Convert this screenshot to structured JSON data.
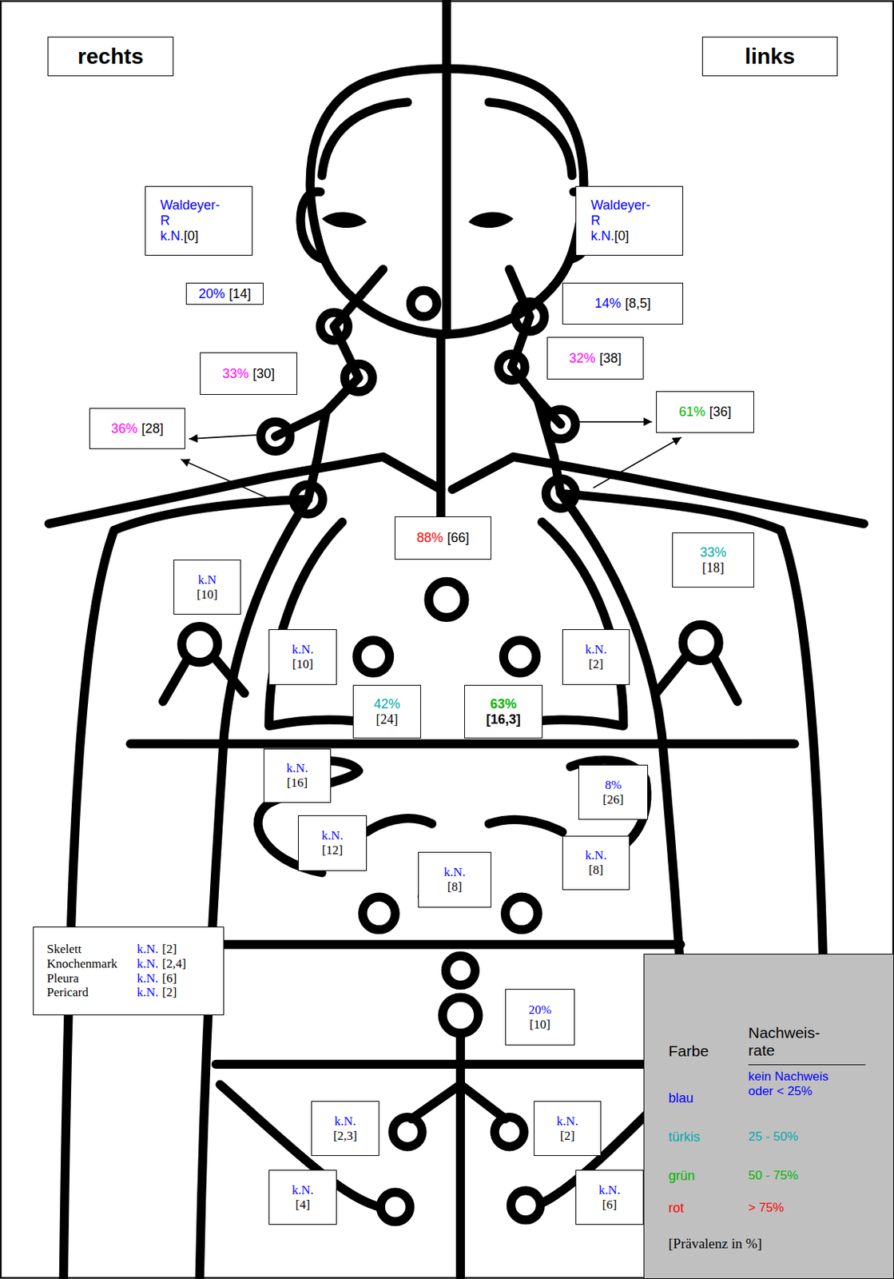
{
  "diagram": {
    "nodes": [
      {
        "text": [
          "rechts"
        ]
      },
      {
        "text": [
          "links"
        ]
      },
      {
        "text": [
          "Waldeyer-R",
          "k.N.",
          "[0]"
        ]
      },
      {
        "text": [
          "Waldeyer-R",
          "k.N.",
          "[0]"
        ]
      },
      {
        "text": [
          "20%",
          "[14]"
        ]
      },
      {
        "text": [
          "14%",
          "[8,5]"
        ]
      },
      {
        "text": [
          "32%",
          "[38]"
        ]
      },
      {
        "text": [
          "33%",
          "[30]"
        ]
      },
      {
        "text": [
          "61%",
          "[36]"
        ]
      },
      {
        "text": [
          "36%",
          "[28]"
        ]
      },
      {
        "text": [
          "88%",
          "[66]"
        ]
      },
      {
        "text": [
          "33%",
          "[18]"
        ]
      },
      {
        "text": [
          "k.N",
          "[10]"
        ]
      },
      {
        "text": [
          "k.N.",
          "[10]"
        ]
      },
      {
        "text": [
          "k.N.",
          "[2]"
        ]
      },
      {
        "text": [
          "42%",
          "[24]"
        ]
      },
      {
        "text": [
          "63%",
          "[16,3]"
        ]
      },
      {
        "text": [
          "k.N.",
          "[16]"
        ]
      },
      {
        "text": [
          "8%",
          "[26]"
        ]
      },
      {
        "text": [
          "k.N.",
          "[12]"
        ]
      },
      {
        "text": [
          "k.N.",
          "[8]"
        ]
      },
      {
        "text": [
          "k.N.",
          "[8]"
        ]
      },
      {
        "text": [
          "Skelett",
          "k.N.",
          "[2]",
          "Knochenmark",
          "k.N.",
          "[2,4]",
          "Pleura",
          "k.N.",
          "[6]",
          "Pericard",
          "k.N.",
          "[2]"
        ]
      },
      {
        "text": [
          "Farbe",
          "Nachweis-rate",
          "[Prävalenz in %]"
        ]
      },
      {
        "text": [
          "20%",
          "[10]"
        ]
      },
      {
        "text": [
          "k.N.",
          "[2,3]"
        ]
      },
      {
        "text": [
          "k.N.",
          "[2]"
        ]
      },
      {
        "text": [
          "k.N.",
          "[4]"
        ]
      },
      {
        "text": [
          "k.N.",
          "[6]"
        ]
      }
    ],
    "labels": [
      "blau",
      "türkis",
      "grün",
      "rot"
    ],
    "legend": [
      {
        "text": "kein Nachweis oder < 25%",
        "color": "#0000ff"
      },
      {
        "text": "25 - 50%",
        "color": "#00a8a8"
      },
      {
        "text": "50 - 75%",
        "color": "#00b400"
      },
      {
        "text": "> 75%",
        "color": "#ff0000"
      }
    ]
  }
}
